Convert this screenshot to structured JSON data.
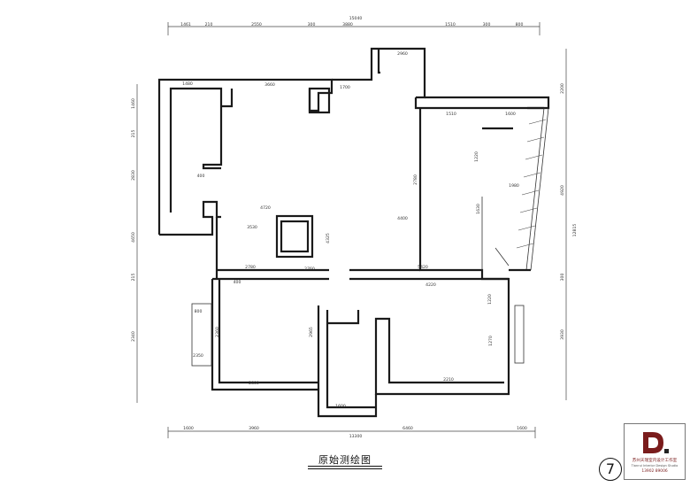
{
  "title": "原始测绘图",
  "page_number": "7",
  "logo": {
    "mark": "D.",
    "name": "苏州天瑞室内设计工作室",
    "subtitle": "Tianrui Interior Design Studio",
    "phone": "13902  89006",
    "mark_color": "#7a1c1c",
    "dot_color": "#222222"
  },
  "dimensions": {
    "top": [
      "1461",
      "210",
      "2550",
      "300",
      "3880",
      "1510",
      "300",
      "800"
    ],
    "top_total": "15040",
    "bottom": [
      "1600",
      "3960",
      "6460",
      "1600"
    ],
    "bottom_total": "13300",
    "left": [
      "1460",
      "215",
      "2830",
      "4650",
      "215",
      "2340"
    ],
    "right": [
      "2200",
      "4920",
      "300",
      "3930"
    ],
    "right_total": "12815",
    "interior": [
      "1480",
      "3660",
      "1700",
      "2960",
      "1510",
      "1600",
      "4720",
      "3530",
      "2780",
      "4400",
      "4325",
      "2780",
      "2760",
      "5420",
      "4220",
      "1600",
      "2965",
      "2800",
      "1270",
      "2210",
      "1980",
      "800",
      "2350",
      "2360",
      "1220",
      "1220",
      "1630",
      "400",
      "400"
    ]
  }
}
